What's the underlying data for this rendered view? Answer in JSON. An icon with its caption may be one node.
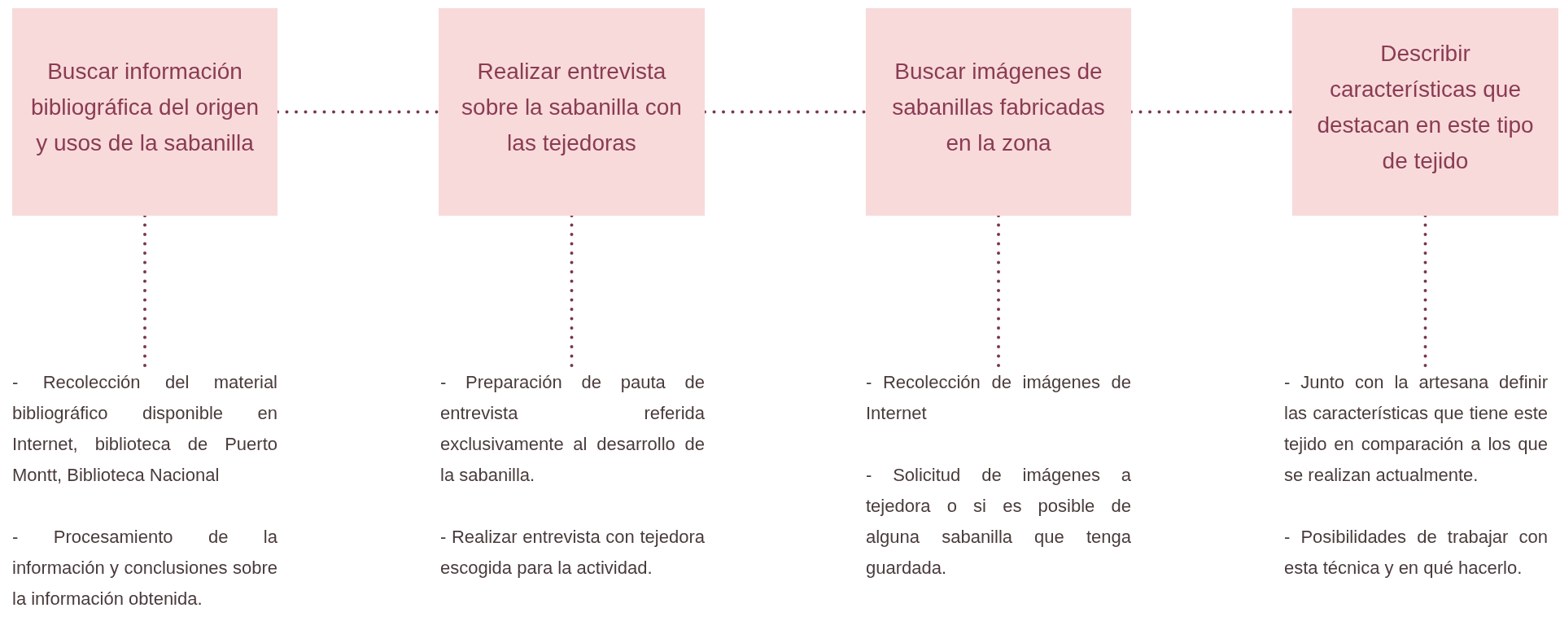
{
  "diagram": {
    "nodes": [
      {
        "text": [
          "Buscar información bibliográfica del origen y usos de la sabanilla"
        ]
      },
      {
        "text": [
          "Realizar entrevista sobre la sabanilla con las tejedoras"
        ]
      },
      {
        "text": [
          "Buscar imágenes de sabanillas fabricadas en la zona"
        ]
      },
      {
        "text": [
          "Describir características que destacan en este tipo de tejido"
        ]
      },
      {
        "text": [
          "- Recolección del material bibliográfico disponible en Internet, biblioteca de Puerto Montt, Biblioteca Nacional",
          "- Procesamiento de la información y conclusiones sobre la información obtenida."
        ]
      },
      {
        "text": [
          "- Preparación de pauta de entrevista referida exclusivamente al desarrollo de la sabanilla.",
          "- Realizar entrevista con tejedora escogida para la actividad."
        ]
      },
      {
        "text": [
          "- Recolección de imágenes de Internet",
          "- Solicitud de imágenes a tejedora o si es posible de alguna sabanilla que tenga guardada."
        ]
      },
      {
        "text": [
          "- Junto con la artesana definir las características que tiene este tejido en comparación a los que se realizan actualmente.",
          "- Posibilidades de trabajar con esta técnica y en qué hacerlo."
        ]
      }
    ],
    "edges": [
      {
        "from": 0,
        "to": 1,
        "arrow": "none"
      },
      {
        "from": 1,
        "to": 2,
        "arrow": "none"
      },
      {
        "from": 2,
        "to": 3,
        "arrow": "none"
      },
      {
        "from": 0,
        "to": 4,
        "arrow": "none"
      },
      {
        "from": 1,
        "to": 5,
        "arrow": "none"
      },
      {
        "from": 2,
        "to": 6,
        "arrow": "none"
      },
      {
        "from": 3,
        "to": 7,
        "arrow": "none"
      }
    ]
  }
}
